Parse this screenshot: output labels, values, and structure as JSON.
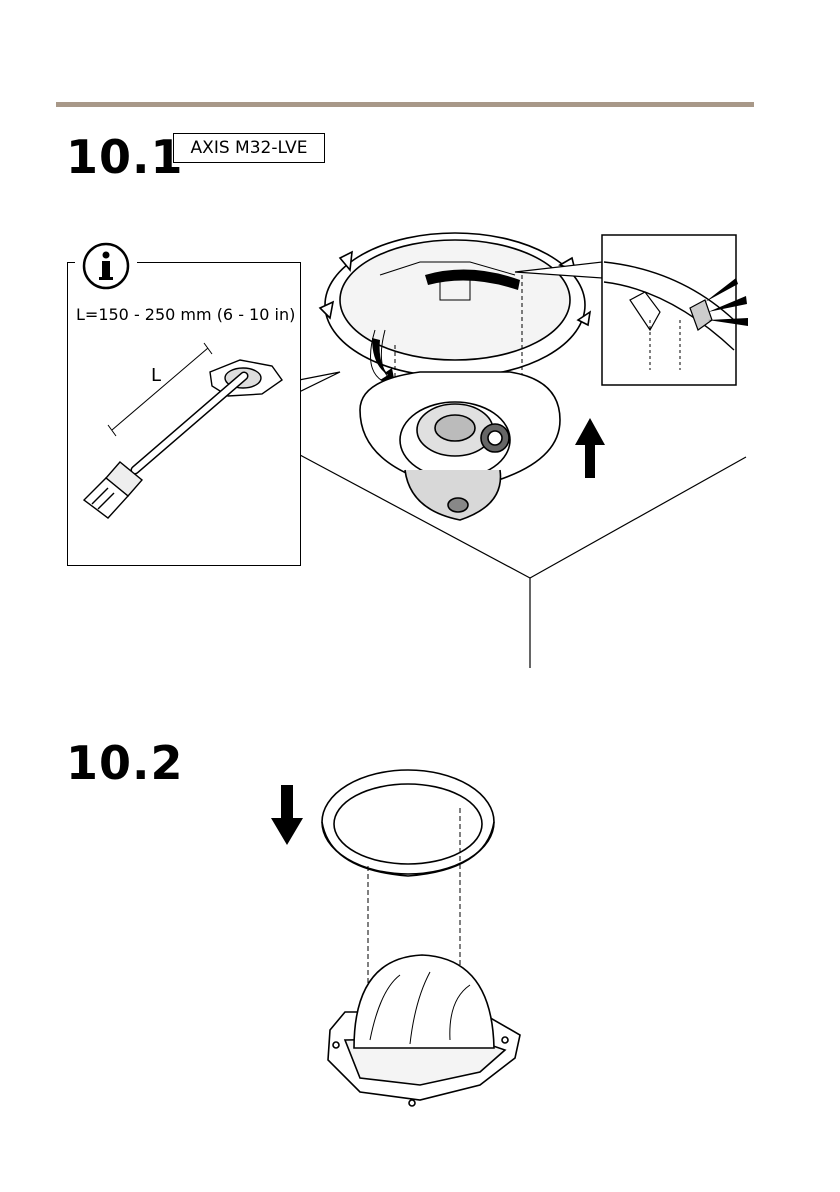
{
  "steps": [
    {
      "number": "10.1",
      "model_label": "AXIS M32-LVE"
    },
    {
      "number": "10.2"
    }
  ],
  "info": {
    "length_text": "L=150 - 250 mm (6 - 10 in)",
    "dimension_label": "L"
  },
  "colors": {
    "rule": "#a89888",
    "line": "#000000"
  }
}
